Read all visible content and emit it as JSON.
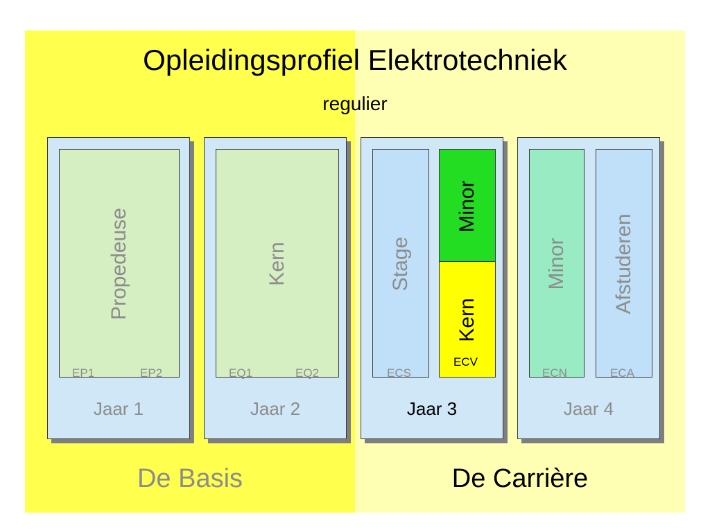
{
  "title": "Opleidingsprofiel Elektrotechniek",
  "subtitle": "regulier",
  "colors": {
    "basis_bg": "#ffff4d",
    "carriere_bg": "#ffffb3",
    "panel_bg": "#cfe7f7",
    "green_light": "#d5eec2",
    "blue_light": "#bfe0f8",
    "green_bright": "#22dd22",
    "yellow_bright": "#ffff00",
    "mint": "#99ebc3",
    "muted_text": "#8c8c8c"
  },
  "years": [
    {
      "label": "Jaar 1",
      "modules": [
        {
          "name": "Propedeuse",
          "codes": [
            "EP1",
            "EP2"
          ]
        }
      ]
    },
    {
      "label": "Jaar 2",
      "modules": [
        {
          "name": "Kern",
          "codes": [
            "EQ1",
            "EQ2"
          ]
        }
      ]
    },
    {
      "label": "Jaar 3",
      "modules": [
        {
          "name": "Stage",
          "codes": [
            "ECS"
          ]
        },
        {
          "name": "Minor",
          "codes": []
        },
        {
          "name": "Kern",
          "codes": [
            "ECV"
          ]
        }
      ]
    },
    {
      "label": "Jaar 4",
      "modules": [
        {
          "name": "Minor",
          "codes": [
            "ECN"
          ]
        },
        {
          "name": "Afstuderen",
          "codes": [
            "ECA"
          ]
        }
      ]
    }
  ],
  "sections": {
    "basis": "De Basis",
    "carriere": "De Carrière"
  }
}
